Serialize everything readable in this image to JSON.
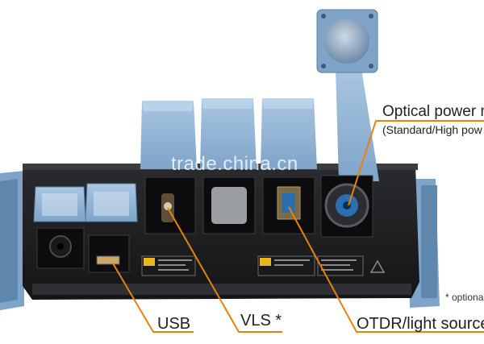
{
  "labels": {
    "optical_power_title": "Optical power m",
    "optical_power_sub": "(Standard/High pow",
    "usb": "USB",
    "vls": "VLS *",
    "otdr_light_source": "OTDR/light source",
    "option_note": "* optiona"
  },
  "watermark": "trade.china.cn",
  "colors": {
    "device_body": "#1e1f22",
    "rubber_cover": "#8fb3d4",
    "rubber_cover_dark": "#6f93b6",
    "callout_line": "#e8820c",
    "port_highlight": "#2a6fb0"
  }
}
